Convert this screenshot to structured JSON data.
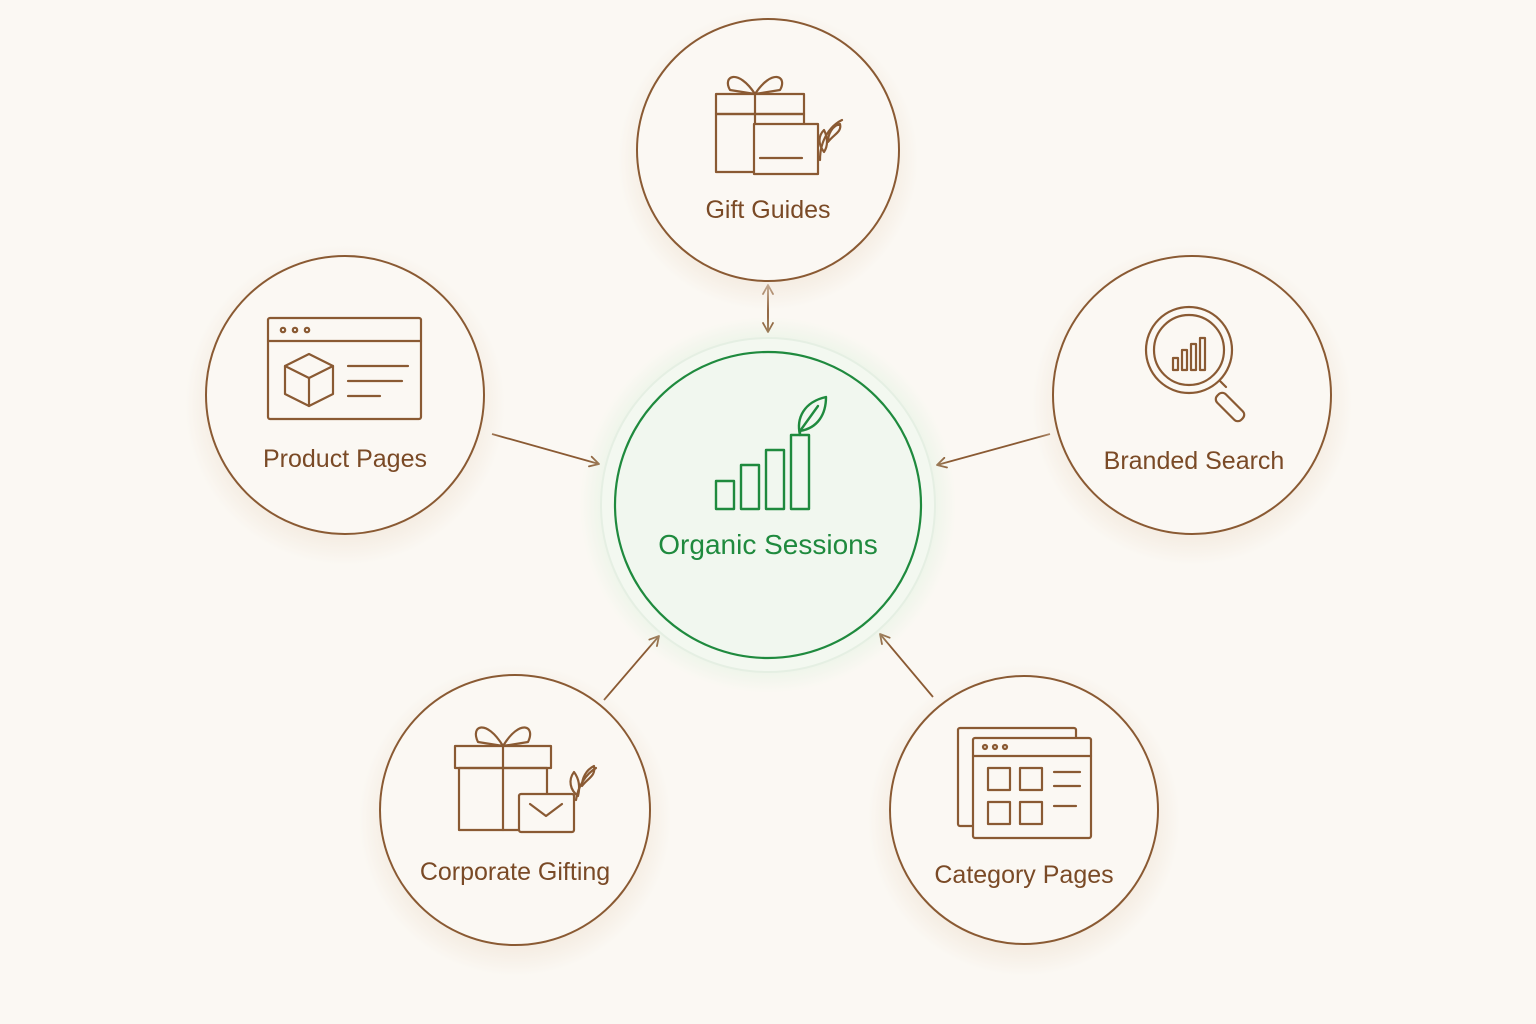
{
  "colors": {
    "background": "#fbf8f3",
    "brown": "#8a5a33",
    "brown_text": "#7a4a26",
    "green": "#1f8a3e",
    "green_fill": "#f1f7ef",
    "glow": "#d9eedc"
  },
  "center": {
    "label": "Organic Sessions",
    "icon": "growth-bars-leaf-icon"
  },
  "nodes": [
    {
      "id": "gift-guides",
      "label": "Gift Guides",
      "icon": "gift-card-icon",
      "arrow": "two-way"
    },
    {
      "id": "product-pages",
      "label": "Product Pages",
      "icon": "product-page-icon",
      "arrow": "inbound"
    },
    {
      "id": "branded-search",
      "label": "Branded Search",
      "icon": "search-analytics-icon",
      "arrow": "inbound"
    },
    {
      "id": "corporate-gifting",
      "label": "Corporate Gifting",
      "icon": "gift-envelope-icon",
      "arrow": "inbound"
    },
    {
      "id": "category-pages",
      "label": "Category Pages",
      "icon": "category-grid-icon",
      "arrow": "inbound"
    }
  ]
}
